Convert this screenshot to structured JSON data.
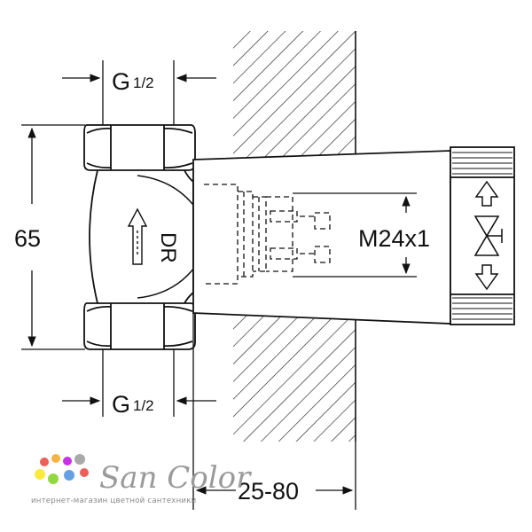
{
  "drawing": {
    "dim_top_thread": "G",
    "dim_top_thread_fraction": "1/2",
    "dim_bottom_thread": "G",
    "dim_bottom_thread_fraction": "1/2",
    "dim_height": "65",
    "dim_connection": "M24x1",
    "dim_wall_depth": "25-80",
    "flow_label": "DR"
  },
  "watermark": {
    "name": "San Color",
    "tagline": "интернет-магазин цветной сантехники",
    "dot_colors": [
      "#e8453c",
      "#f5a623",
      "#f8e71c",
      "#7ed321",
      "#4a90e2",
      "#bd10e0",
      "#9b9b9b"
    ]
  },
  "colors": {
    "line": "#111111",
    "hatch": "#222222",
    "watermark": "#9a9a9a"
  }
}
